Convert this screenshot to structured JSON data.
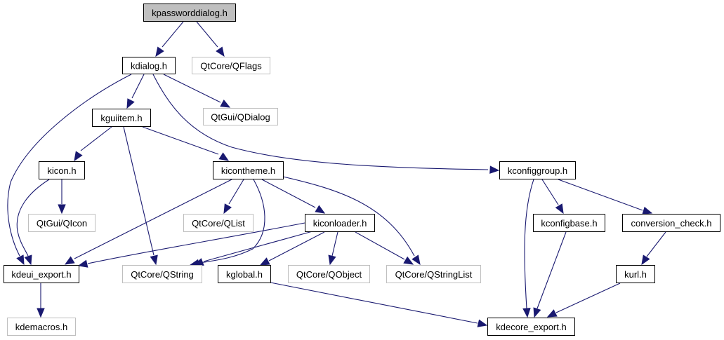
{
  "diagram": {
    "title": "kpassworddialog.h include dependency graph",
    "colors": {
      "edge": "#191970",
      "root_fill": "#bfbfbf",
      "documented_border": "#000000",
      "external_border": "#bfbfbf"
    },
    "nodes": [
      {
        "id": "kpassworddialog",
        "label": "kpassworddialog.h",
        "kind": "root"
      },
      {
        "id": "kdialog",
        "label": "kdialog.h",
        "kind": "documented"
      },
      {
        "id": "qflags",
        "label": "QtCore/QFlags",
        "kind": "external"
      },
      {
        "id": "kguiitem",
        "label": "kguiitem.h",
        "kind": "documented"
      },
      {
        "id": "qdialog",
        "label": "QtGui/QDialog",
        "kind": "external"
      },
      {
        "id": "kicon",
        "label": "kicon.h",
        "kind": "documented"
      },
      {
        "id": "kicontheme",
        "label": "kicontheme.h",
        "kind": "documented"
      },
      {
        "id": "kconfiggroup",
        "label": "kconfiggroup.h",
        "kind": "documented"
      },
      {
        "id": "qicon",
        "label": "QtGui/QIcon",
        "kind": "external"
      },
      {
        "id": "qlist",
        "label": "QtCore/QList",
        "kind": "external"
      },
      {
        "id": "kiconloader",
        "label": "kiconloader.h",
        "kind": "documented"
      },
      {
        "id": "kconfigbase",
        "label": "kconfigbase.h",
        "kind": "documented"
      },
      {
        "id": "conversion_check",
        "label": "conversion_check.h",
        "kind": "documented"
      },
      {
        "id": "kdeui_export",
        "label": "kdeui_export.h",
        "kind": "documented"
      },
      {
        "id": "qstring",
        "label": "QtCore/QString",
        "kind": "external"
      },
      {
        "id": "kglobal",
        "label": "kglobal.h",
        "kind": "documented"
      },
      {
        "id": "qobject",
        "label": "QtCore/QObject",
        "kind": "external"
      },
      {
        "id": "qstringlist",
        "label": "QtCore/QStringList",
        "kind": "external"
      },
      {
        "id": "kurl",
        "label": "kurl.h",
        "kind": "documented"
      },
      {
        "id": "kdemacros",
        "label": "kdemacros.h",
        "kind": "external"
      },
      {
        "id": "kdecore_export",
        "label": "kdecore_export.h",
        "kind": "documented"
      }
    ],
    "edges": [
      {
        "from": "kpassworddialog",
        "to": "kdialog"
      },
      {
        "from": "kpassworddialog",
        "to": "qflags"
      },
      {
        "from": "kdialog",
        "to": "kguiitem"
      },
      {
        "from": "kdialog",
        "to": "qdialog"
      },
      {
        "from": "kdialog",
        "to": "kdeui_export"
      },
      {
        "from": "kdialog",
        "to": "kconfiggroup"
      },
      {
        "from": "kguiitem",
        "to": "kicon"
      },
      {
        "from": "kguiitem",
        "to": "kicontheme"
      },
      {
        "from": "kguiitem",
        "to": "qstring"
      },
      {
        "from": "kicon",
        "to": "qicon"
      },
      {
        "from": "kicon",
        "to": "kdeui_export"
      },
      {
        "from": "kicontheme",
        "to": "qlist"
      },
      {
        "from": "kicontheme",
        "to": "kiconloader"
      },
      {
        "from": "kicontheme",
        "to": "kdeui_export"
      },
      {
        "from": "kicontheme",
        "to": "qstring"
      },
      {
        "from": "kicontheme",
        "to": "qstringlist"
      },
      {
        "from": "kiconloader",
        "to": "kdeui_export"
      },
      {
        "from": "kiconloader",
        "to": "qstring"
      },
      {
        "from": "kiconloader",
        "to": "kglobal"
      },
      {
        "from": "kiconloader",
        "to": "qobject"
      },
      {
        "from": "kiconloader",
        "to": "qstringlist"
      },
      {
        "from": "kdeui_export",
        "to": "kdemacros"
      },
      {
        "from": "kglobal",
        "to": "kdecore_export"
      },
      {
        "from": "kconfiggroup",
        "to": "kconfigbase"
      },
      {
        "from": "kconfiggroup",
        "to": "conversion_check"
      },
      {
        "from": "kconfiggroup",
        "to": "kdecore_export"
      },
      {
        "from": "kconfigbase",
        "to": "kdecore_export"
      },
      {
        "from": "conversion_check",
        "to": "kurl"
      },
      {
        "from": "kurl",
        "to": "kdecore_export"
      }
    ]
  }
}
